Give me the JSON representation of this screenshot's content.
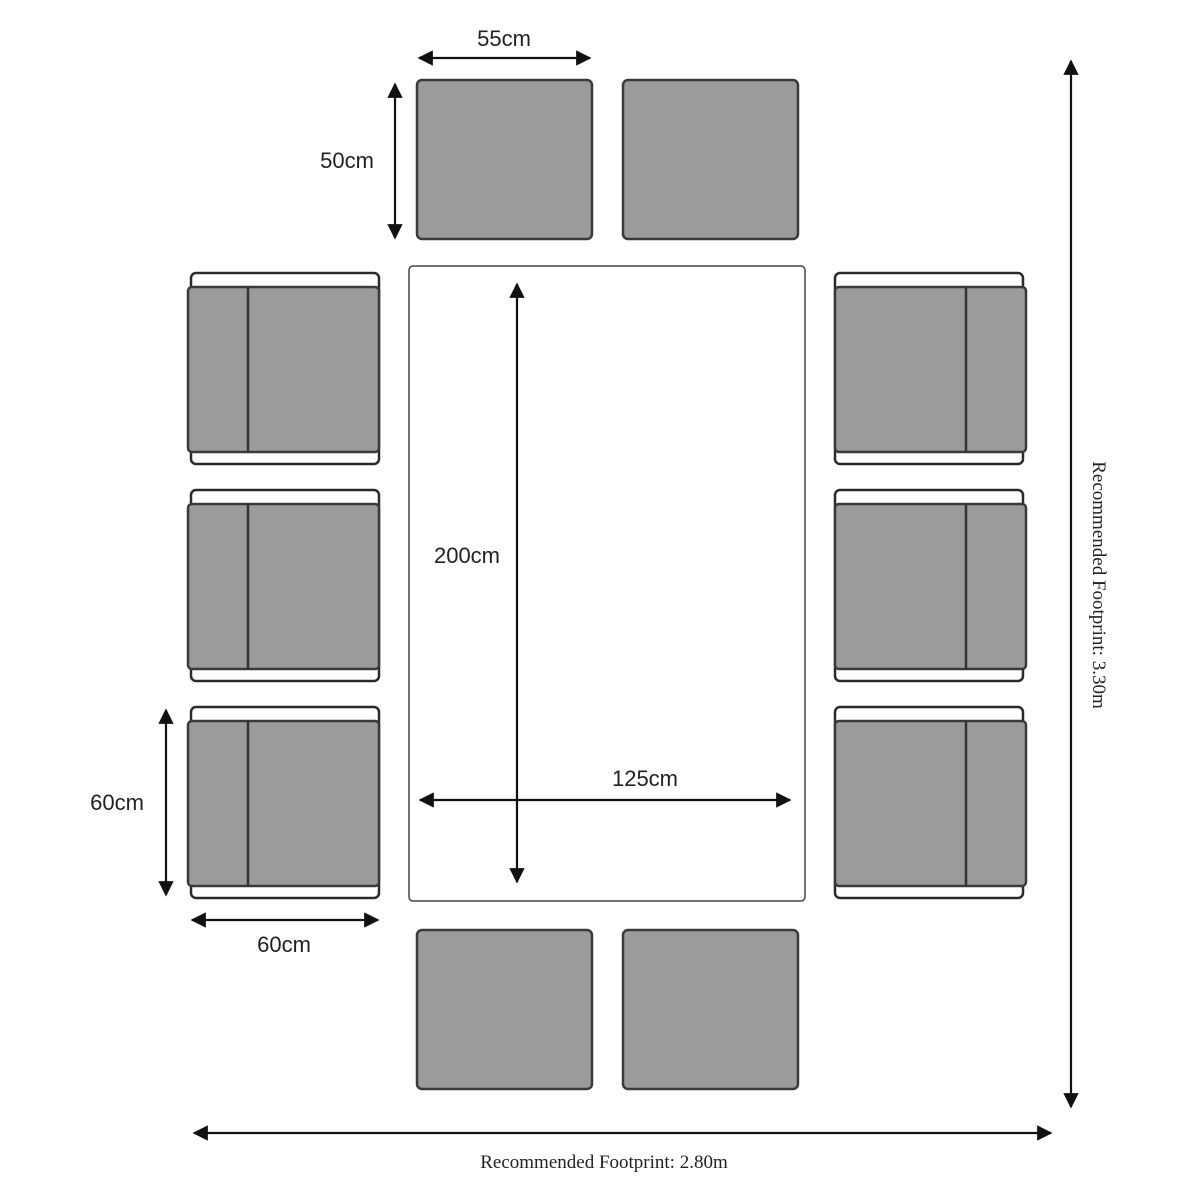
{
  "diagram": {
    "title": "Dining set layout dimensions",
    "colors": {
      "cushion": "#9b9b9b",
      "outline": "#2a2a2a",
      "background": "#ffffff"
    },
    "labels": {
      "stool_width": "55cm",
      "stool_depth": "50cm",
      "table_length": "200cm",
      "table_width": "125cm",
      "chair_depth": "60cm",
      "chair_width": "60cm",
      "footprint_length": "Recommended Footprint: 3.30m",
      "footprint_width": "Recommended Footprint: 2.80m"
    }
  }
}
